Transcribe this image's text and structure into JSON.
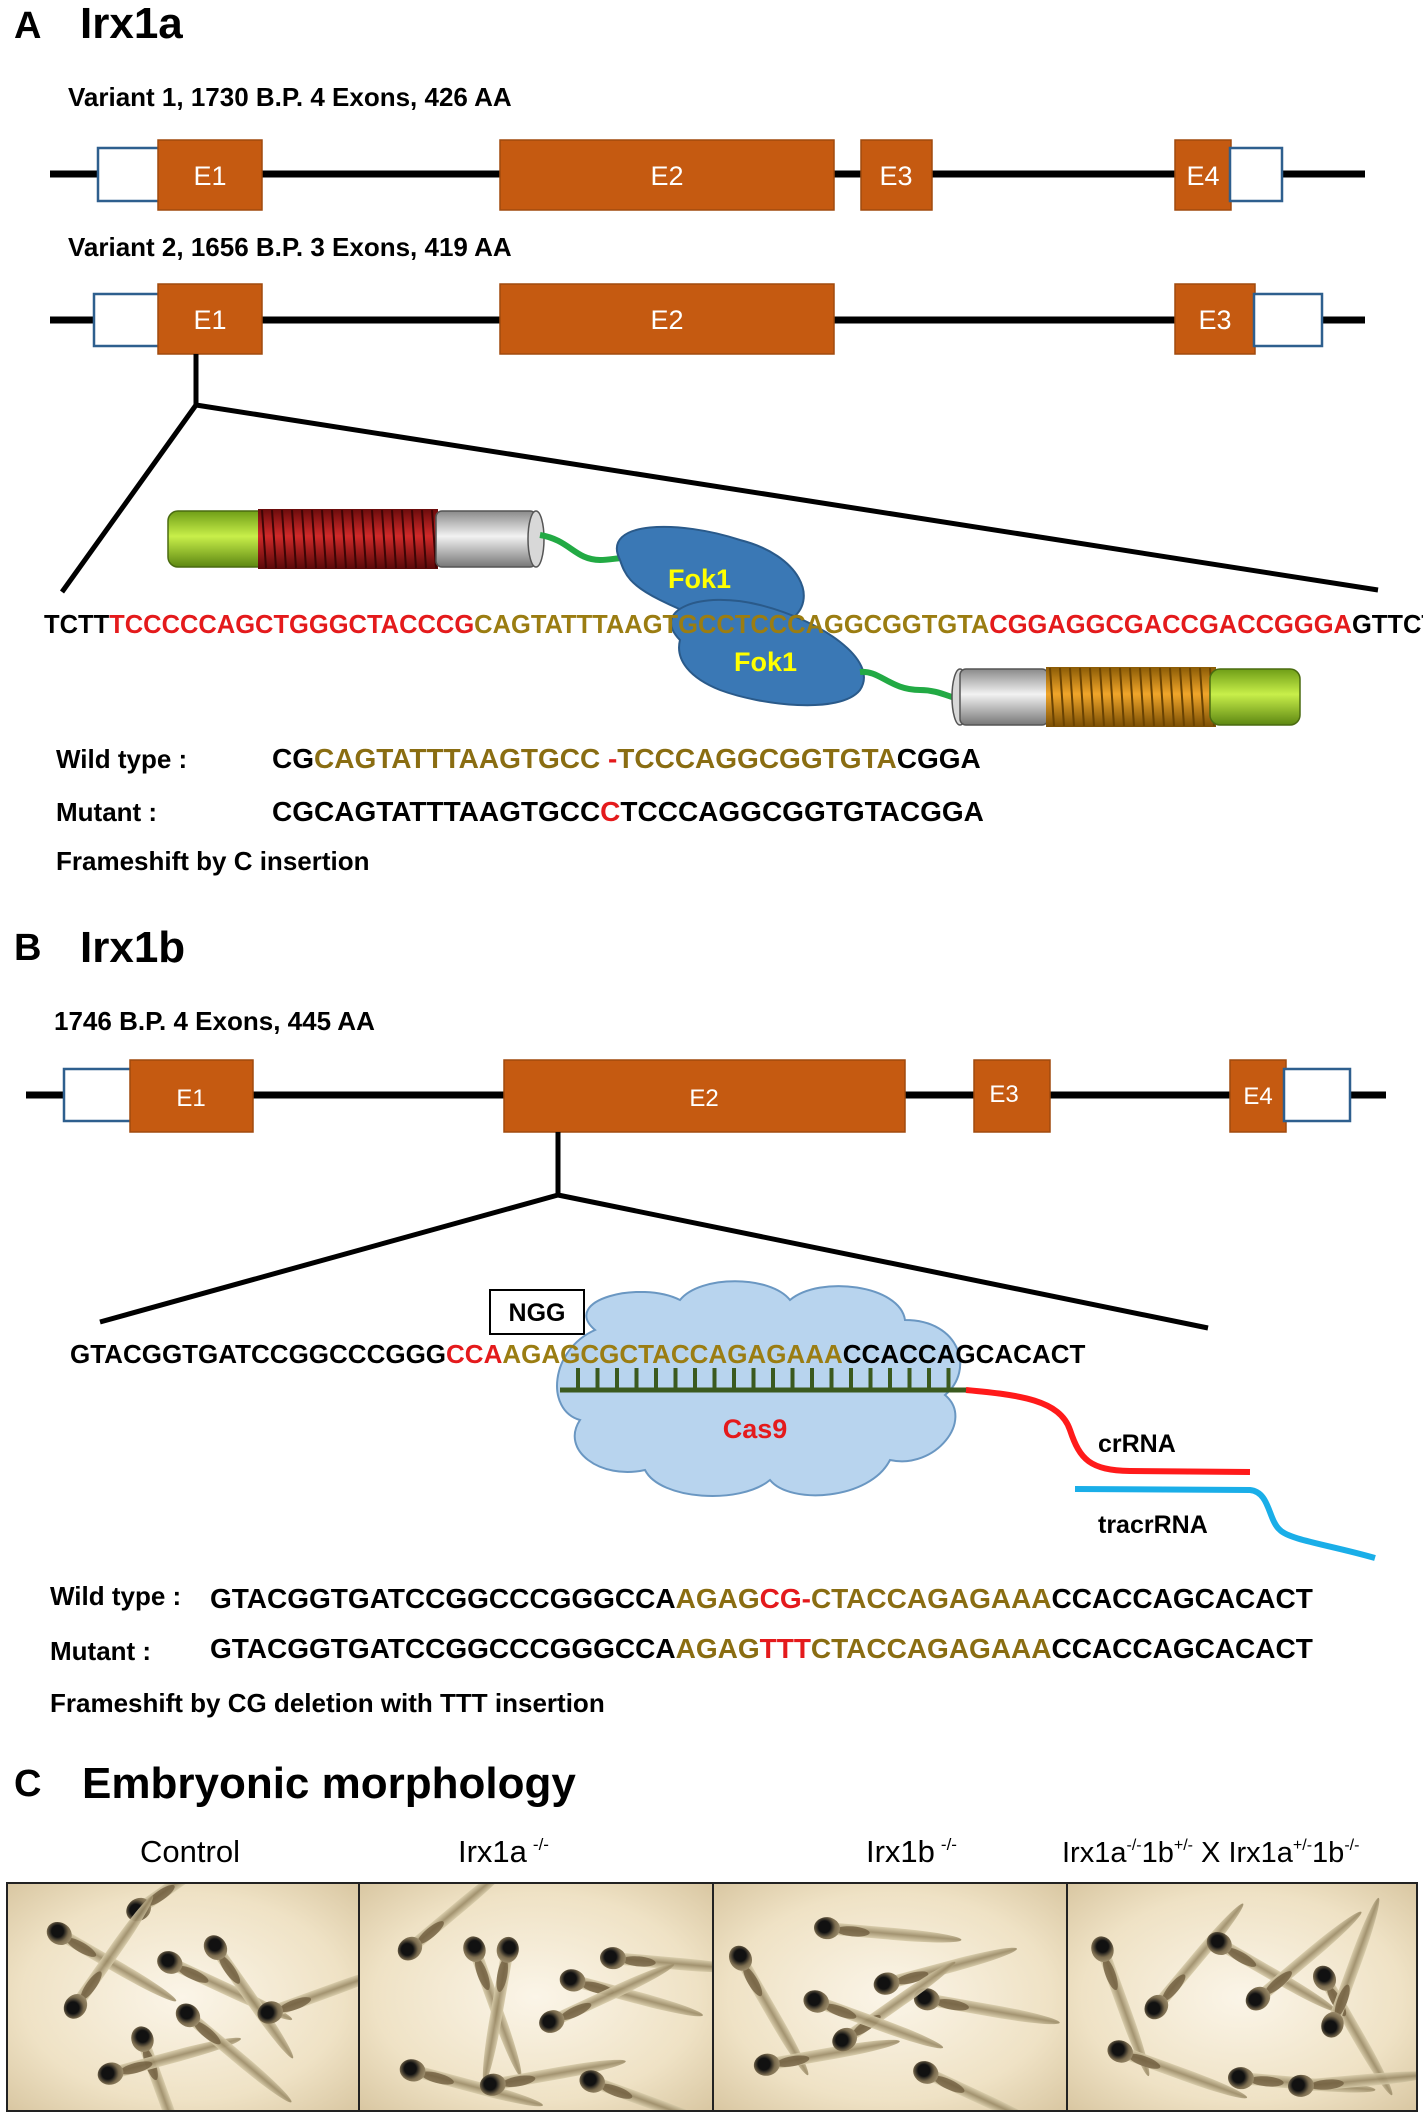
{
  "panelA": {
    "letter": "A",
    "title": "Irx1a",
    "variant1": {
      "label": "Variant 1, 1730 B.P. 4 Exons, 426 AA",
      "exons": [
        "E1",
        "E2",
        "E3",
        "E4"
      ]
    },
    "variant2": {
      "label": "Variant 2, 1656 B.P. 3 Exons, 419 AA",
      "exons": [
        "E1",
        "E2",
        "E3"
      ]
    },
    "fok1_label": "Fok1",
    "sequence": [
      {
        "text": "TCTT",
        "color": "#000000"
      },
      {
        "text": "TCCCCCAGCTGGGCTACCCG",
        "color": "#e41a1c"
      },
      {
        "text": "CAGTATTTAAGTGCCTCCCAGGCGGTGTA",
        "color": "#9b7d12"
      },
      {
        "text": "CGGAGGCGACCGACCGGGA",
        "color": "#e41a1c"
      },
      {
        "text": "GTTCT",
        "color": "#000000"
      }
    ],
    "wild_type": {
      "label": "Wild type :",
      "segments": [
        {
          "text": "CG",
          "color": "#000000"
        },
        {
          "text": "CAGTATTTAAGTGCC ",
          "color": "#8a6d12"
        },
        {
          "text": "-",
          "color": "#e41a1c"
        },
        {
          "text": "TCCCAGGCGGTGTA",
          "color": "#8a6d12"
        },
        {
          "text": "CGGA",
          "color": "#000000"
        }
      ]
    },
    "mutant": {
      "label": "Mutant :",
      "segments": [
        {
          "text": "CGCAGTATTTAAGTGCC",
          "color": "#000000"
        },
        {
          "text": "C",
          "color": "#e41a1c"
        },
        {
          "text": "TCCCAGGCGGTGTACGGA",
          "color": "#000000"
        }
      ]
    },
    "note": "Frameshift by C insertion"
  },
  "panelB": {
    "letter": "B",
    "title": "Irx1b",
    "label": "1746 B.P. 4 Exons, 445 AA",
    "exons": [
      "E1",
      "E2",
      "E3",
      "E4"
    ],
    "ngg_label": "NGG",
    "sequence": [
      {
        "text": "GTACGGTGATCCGGCCCGGG",
        "color": "#000000"
      },
      {
        "text": "CCA",
        "color": "#e41a1c"
      },
      {
        "text": "AGAGCGCTACCAGAGAAA",
        "color": "#9b7d12"
      },
      {
        "text": "CCACCAGCACACT",
        "color": "#000000"
      }
    ],
    "cas9_label": "Cas9",
    "crrna_label": "crRNA",
    "tracrrna_label": "tracrRNA",
    "wild_type": {
      "label": "Wild type :",
      "segments": [
        {
          "text": "GTACGGTGATCCGGCCCGGGCCA",
          "color": "#000000"
        },
        {
          "text": "AGAG",
          "color": "#8a6d12"
        },
        {
          "text": "CG-",
          "color": "#e41a1c"
        },
        {
          "text": "CTACCAGAGAAA",
          "color": "#8a6d12"
        },
        {
          "text": "CCACCAGCACACT",
          "color": "#000000"
        }
      ]
    },
    "mutant": {
      "label": "Mutant :",
      "segments": [
        {
          "text": "GTACGGTGATCCGGCCCGGGCCA",
          "color": "#000000"
        },
        {
          "text": "AGAG",
          "color": "#8a6d12"
        },
        {
          "text": "TTT",
          "color": "#e41a1c"
        },
        {
          "text": "CTACCAGAGAAA",
          "color": "#8a6d12"
        },
        {
          "text": "CCACCAGCACACT",
          "color": "#000000"
        }
      ]
    },
    "note": "Frameshift by CG deletion with TTT insertion"
  },
  "panelC": {
    "letter": "C",
    "title": "Embryonic morphology",
    "labels": {
      "control": "Control",
      "irx1a_main": "Irx1a",
      "irx1a_sup": "-/-",
      "irx1b_main": "Irx1b",
      "irx1b_sup": "-/-",
      "cross_a": "Irx1a",
      "cross_a_sup": "-/-",
      "cross_b": "1b",
      "cross_b_sup": "+/-",
      "cross_x": " X Irx1a",
      "cross_c_sup": "+/-",
      "cross_d": "1b",
      "cross_d_sup": "-/-"
    }
  },
  "colors": {
    "exon": "#c55a11",
    "exon_border": "#a04a0e",
    "utr_border": "#2e5f8e",
    "fok1": "#3a78b5",
    "fok1_text": "#ffff00",
    "linker": "#22aa44",
    "cas9_fill": "#b8d4ee",
    "crrna": "#ff1a1a",
    "tracrrna": "#1aaee8",
    "guide": "#3b5a1e"
  }
}
